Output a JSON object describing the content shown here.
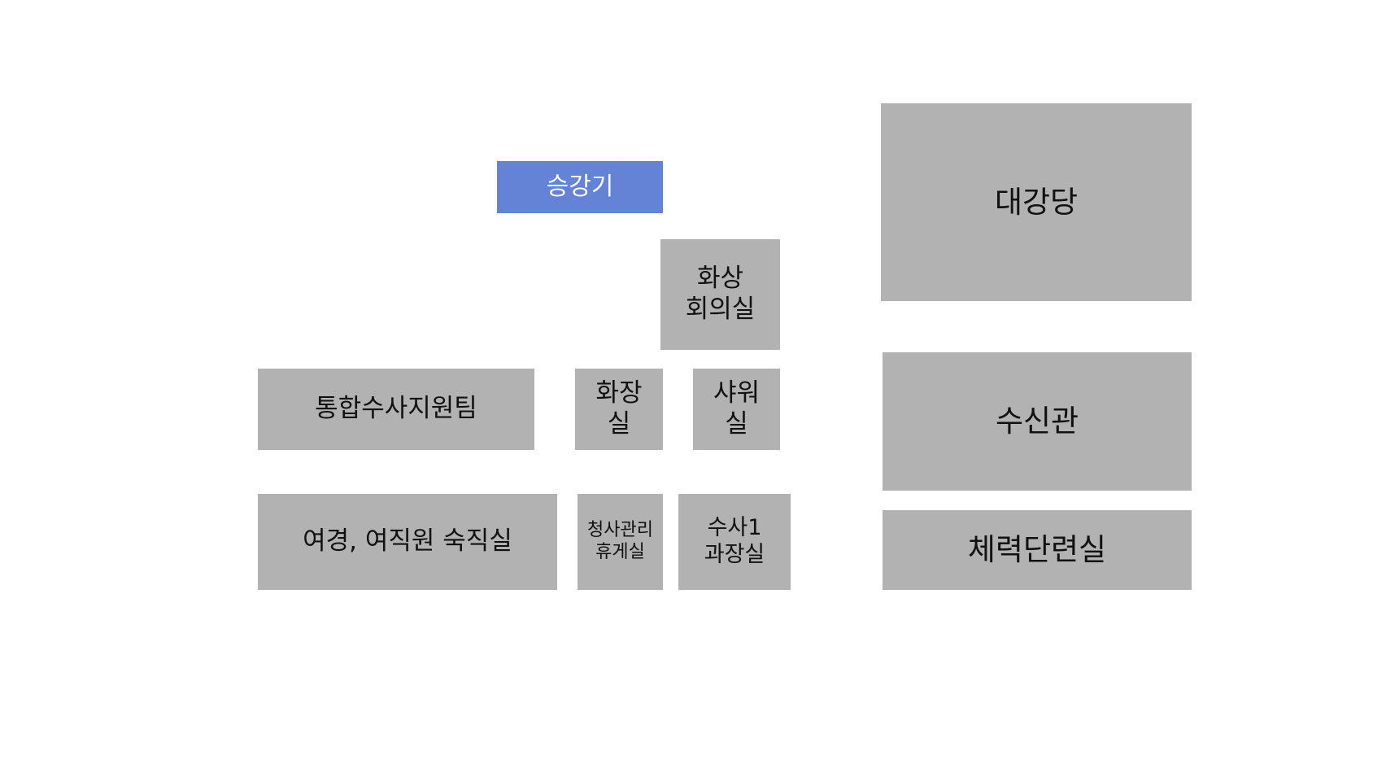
{
  "rooms": {
    "elevator": {
      "label": "승강기",
      "color": "#6482d6"
    },
    "video_conference": {
      "label": "화상\n회의실"
    },
    "restroom": {
      "label": "화장\n실"
    },
    "shower": {
      "label": "샤워\n실"
    },
    "integrated_investigation": {
      "label": "통합수사지원팀"
    },
    "night_duty": {
      "label": "여경, 여직원 숙직실"
    },
    "building_management_lounge": {
      "label": "청사관리\n휴게실"
    },
    "investigation_chief": {
      "label": "수사1\n과장실"
    },
    "auditorium": {
      "label": "대강당"
    },
    "reception_hall": {
      "label": "수신관"
    },
    "fitness_room": {
      "label": "체력단련실"
    }
  },
  "colors": {
    "room_fill": "#b2b2b2",
    "elevator_fill": "#6482d6",
    "background": "#ffffff"
  }
}
